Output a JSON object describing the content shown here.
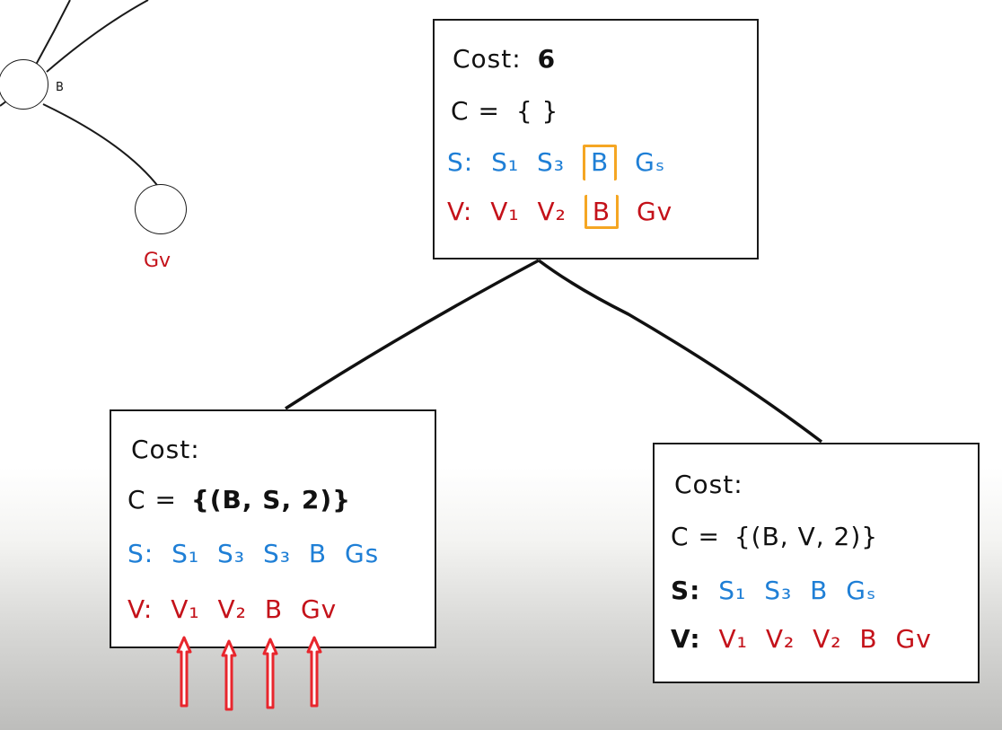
{
  "graph": {
    "node_b": {
      "label": "B"
    },
    "node_gv": {
      "label": "Gv"
    }
  },
  "root": {
    "cost_label": "Cost:",
    "cost_value": "6",
    "c_label": "C =",
    "c_value": "{ }",
    "s_label": "S:",
    "s_tokens": [
      "S₁",
      "S₃",
      "B",
      "Gₛ"
    ],
    "v_label": "V:",
    "v_tokens": [
      "V₁",
      "V₂",
      "B",
      "Gv"
    ],
    "highlight_index": 2
  },
  "left": {
    "cost_label": "Cost:",
    "c_label": "C =",
    "c_value": "{(B, S, 2)}",
    "s_label": "S:",
    "s_tokens": [
      "S₁",
      "S₃",
      "S₃",
      "B",
      "Gs"
    ],
    "v_label": "V:",
    "v_tokens": [
      "V₁",
      "V₂",
      "B",
      "Gv"
    ]
  },
  "right": {
    "cost_label": "Cost:",
    "c_label": "C =",
    "c_value": "{(B, V, 2)}",
    "s_label": "S:",
    "s_tokens": [
      "S₁",
      "S₃",
      "B",
      "Gₛ"
    ],
    "v_label": "V:",
    "v_tokens": [
      "V₁",
      "V₂",
      "V₂",
      "B",
      "Gv"
    ]
  },
  "colors": {
    "ink": "#111111",
    "blue": "#1f7fd6",
    "red": "#c4121a",
    "highlight": "#f5a623",
    "arrow_glow": "#e8262d"
  }
}
